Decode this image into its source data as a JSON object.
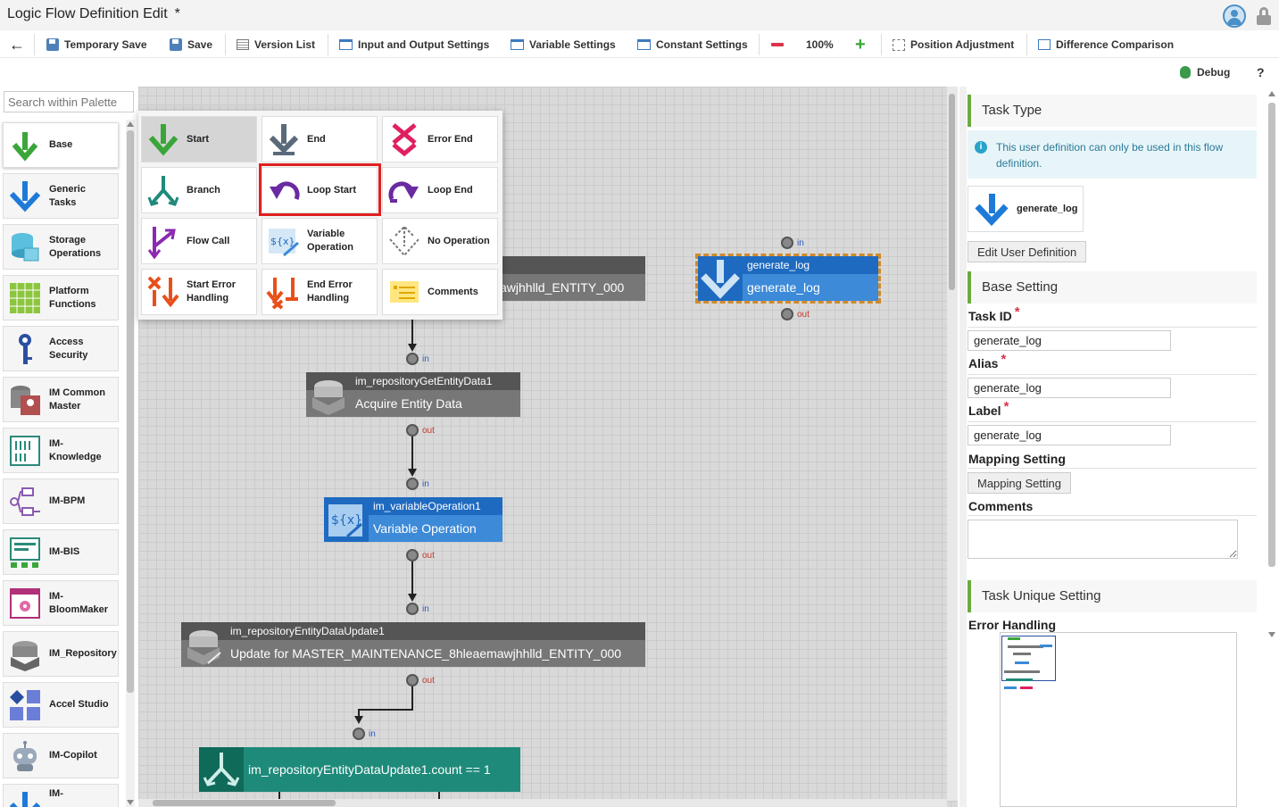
{
  "header": {
    "title": "Logic Flow Definition Edit",
    "modified_mark": "*"
  },
  "toolbar": {
    "temporary_save": "Temporary Save",
    "save": "Save",
    "version_list": "Version List",
    "io_settings": "Input and Output Settings",
    "variable_settings": "Variable Settings",
    "constant_settings": "Constant Settings",
    "zoom": "100%",
    "position_adjustment": "Position Adjustment",
    "difference_comparison": "Difference Comparison",
    "debug": "Debug",
    "help": "?"
  },
  "palette": {
    "search_placeholder": "Search within Palette",
    "items": [
      {
        "label": "Base"
      },
      {
        "label": "Generic Tasks"
      },
      {
        "label": "Storage Operations"
      },
      {
        "label": "Platform Functions"
      },
      {
        "label": "Access Security"
      },
      {
        "label": "IM Common Master"
      },
      {
        "label": "IM-Knowledge"
      },
      {
        "label": "IM-BPM"
      },
      {
        "label": "IM-BIS"
      },
      {
        "label": "IM-BloomMaker"
      },
      {
        "label": "IM_Repository"
      },
      {
        "label": "Accel Studio"
      },
      {
        "label": "IM-Copilot"
      },
      {
        "label": "IM-"
      }
    ]
  },
  "popup": {
    "items": [
      {
        "label": "Start"
      },
      {
        "label": "End"
      },
      {
        "label": "Error End"
      },
      {
        "label": "Branch"
      },
      {
        "label": "Loop Start"
      },
      {
        "label": "Loop End"
      },
      {
        "label": "Flow Call"
      },
      {
        "label": "Variable Operation"
      },
      {
        "label": "No Operation"
      },
      {
        "label": "Start Error Handling"
      },
      {
        "label": "End Error Handling"
      },
      {
        "label": "Comments"
      }
    ]
  },
  "canvas": {
    "nodes": [
      {
        "id": "",
        "label": "awjhhlld_ENTITY_000"
      },
      {
        "id": "generate_log",
        "label": "generate_log"
      },
      {
        "id": "im_repositoryGetEntityData1",
        "label": "Acquire Entity Data"
      },
      {
        "id": "im_variableOperation1",
        "label": "Variable Operation"
      },
      {
        "id": "im_repositoryEntityDataUpdate1",
        "label": "Update for MASTER_MAINTENANCE_8hleaemawjhhlld_ENTITY_000"
      },
      {
        "id": "",
        "label": "im_repositoryEntityDataUpdate1.count == 1"
      }
    ],
    "port_in": "in",
    "port_out": "out"
  },
  "properties": {
    "task_type_heading": "Task Type",
    "info_text": "This user definition can only be used in this flow definition.",
    "type_card_label": "generate_log",
    "edit_user_definition": "Edit User Definition",
    "base_setting_heading": "Base Setting",
    "task_id_label": "Task ID",
    "task_id_value": "generate_log",
    "alias_label": "Alias",
    "alias_value": "generate_log",
    "label_label": "Label",
    "label_value": "generate_log",
    "required_mark": "*",
    "mapping_setting_label": "Mapping Setting",
    "mapping_setting_button": "Mapping Setting",
    "comments_label": "Comments",
    "task_unique_heading": "Task Unique Setting",
    "error_handling_label": "Error Handling"
  }
}
